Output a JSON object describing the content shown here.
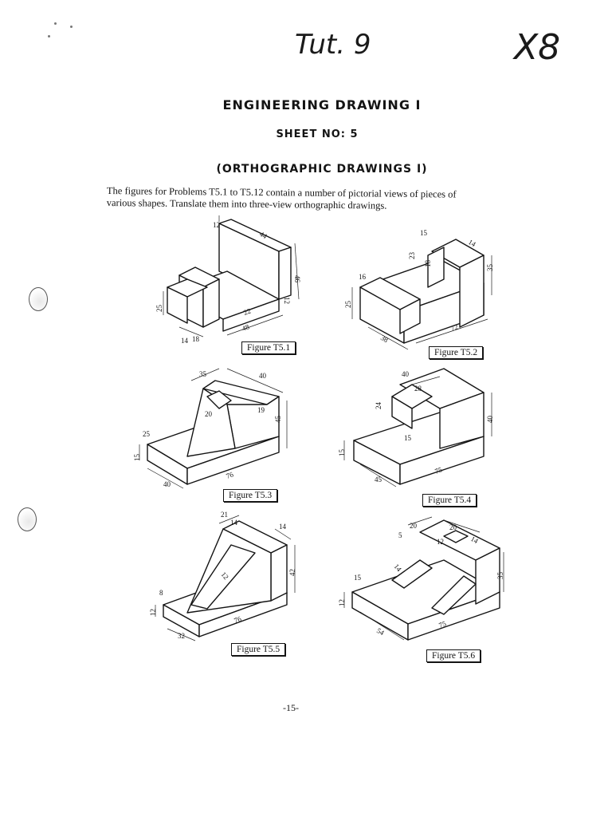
{
  "handwriting": {
    "left_note": "Tut. 9",
    "right_note": "X8"
  },
  "header": {
    "course_title": "ENGINEERING DRAWING I",
    "sheet": "SHEET NO: 5",
    "topic": "(ORTHOGRAPHIC DRAWINGS I)"
  },
  "intro": {
    "line1": "The figures for Problems T5.1 to T5.12 contain a number of pictorial views of pieces of",
    "line2": "various shapes. Translate them into three-view orthographic drawings."
  },
  "figures": [
    {
      "caption": "Figure T5.1",
      "dims": [
        "12",
        "44",
        "46",
        "12",
        "25",
        "14",
        "18",
        "22",
        "48"
      ]
    },
    {
      "caption": "Figure T5.2",
      "dims": [
        "15",
        "14",
        "23",
        "18",
        "35",
        "16",
        "25",
        "38",
        "72"
      ]
    },
    {
      "caption": "Figure T5.3",
      "dims": [
        "35",
        "40",
        "20",
        "19",
        "45",
        "25",
        "15",
        "40",
        "76"
      ]
    },
    {
      "caption": "Figure T5.4",
      "dims": [
        "40",
        "28",
        "24",
        "15",
        "40",
        "15",
        "45",
        "75"
      ]
    },
    {
      "caption": "Figure T5.5",
      "dims": [
        "21",
        "14",
        "14",
        "12",
        "42",
        "8",
        "12",
        "32",
        "76"
      ]
    },
    {
      "caption": "Figure T5.6",
      "dims": [
        "20",
        "20",
        "5",
        "12",
        "14",
        "15",
        "14",
        "35",
        "12",
        "54",
        "75"
      ]
    }
  ],
  "footer": {
    "page_number": "-15-"
  }
}
